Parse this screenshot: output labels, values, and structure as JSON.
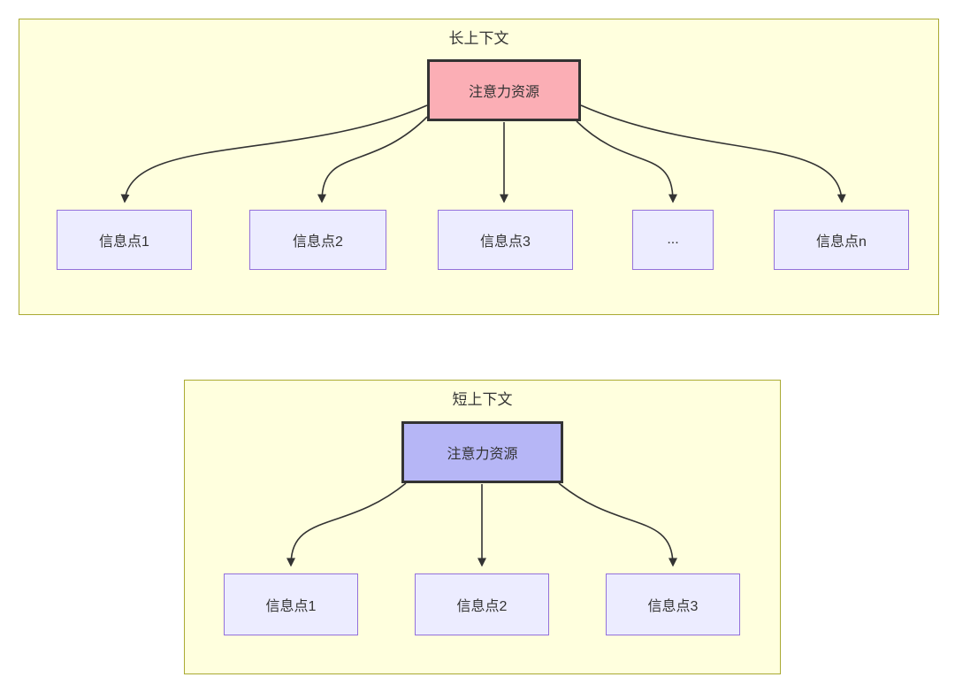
{
  "colors": {
    "container_fill": "#ffffde",
    "container_border": "#aaaa33",
    "info_fill": "#ececff",
    "info_border": "#9370db",
    "attention_long_fill": "#fbaeb5",
    "attention_short_fill": "#b6b6f6",
    "attention_border": "#333333",
    "arrow": "#333333",
    "text": "#333333"
  },
  "long_context": {
    "title": "长上下文",
    "attention_label": "注意力资源",
    "children": [
      {
        "label": "信息点1"
      },
      {
        "label": "信息点2"
      },
      {
        "label": "信息点3"
      },
      {
        "label": "..."
      },
      {
        "label": "信息点n"
      }
    ]
  },
  "short_context": {
    "title": "短上下文",
    "attention_label": "注意力资源",
    "children": [
      {
        "label": "信息点1"
      },
      {
        "label": "信息点2"
      },
      {
        "label": "信息点3"
      }
    ]
  }
}
